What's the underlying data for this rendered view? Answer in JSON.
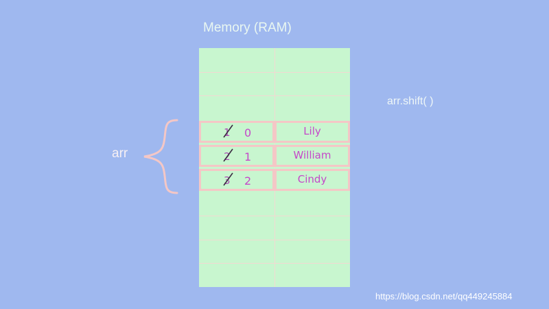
{
  "title": "Memory (RAM)",
  "method": "arr.shift( )",
  "array_label": "arr",
  "rows": [
    {
      "old_index": "1",
      "new_index": "0",
      "value": "Lily"
    },
    {
      "old_index": "2",
      "new_index": "1",
      "value": "William"
    },
    {
      "old_index": "3",
      "new_index": "2",
      "value": "Cindy"
    }
  ],
  "watermark": "https://blog.csdn.net/qq449245884",
  "colors": {
    "background": "#9fb8ef",
    "memory_fill": "#c8f6cf",
    "cell_border": "#f4c7c6",
    "text_accent": "#c548c9"
  }
}
